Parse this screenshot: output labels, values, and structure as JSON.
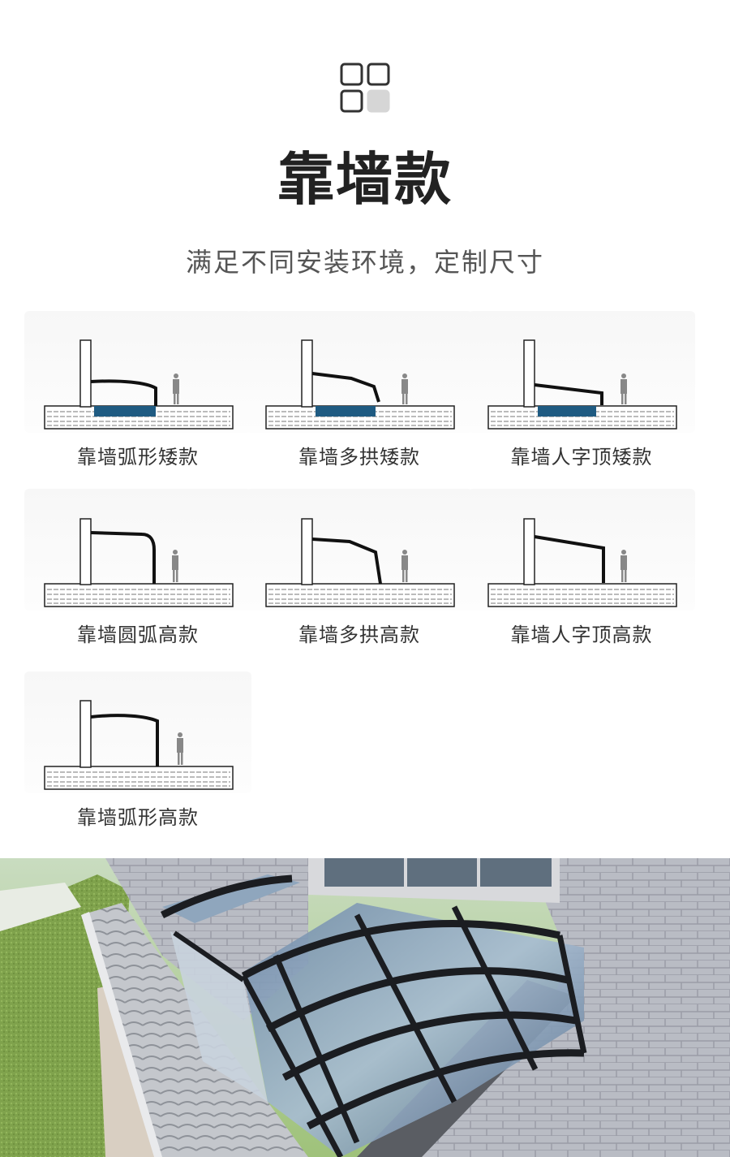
{
  "header": {
    "logo_icon": "four-squares-grid-icon",
    "title": "靠墙款",
    "subtitle": "满足不同安装环境，定制尺寸"
  },
  "styles": [
    {
      "label": "靠墙弧形矮款",
      "diagram": "arc-low"
    },
    {
      "label": "靠墙多拱矮款",
      "diagram": "multi-arch-low"
    },
    {
      "label": "靠墙人字顶矮款",
      "diagram": "gable-low"
    },
    {
      "label": "靠墙圆弧高款",
      "diagram": "round-arc-high"
    },
    {
      "label": "靠墙多拱高款",
      "diagram": "multi-arch-high"
    },
    {
      "label": "靠墙人字顶高款",
      "diagram": "gable-high"
    },
    {
      "label": "靠墙弧形高款",
      "diagram": "arc-high"
    }
  ],
  "photo": {
    "description_icon": "sunroom-roof-render-image"
  }
}
